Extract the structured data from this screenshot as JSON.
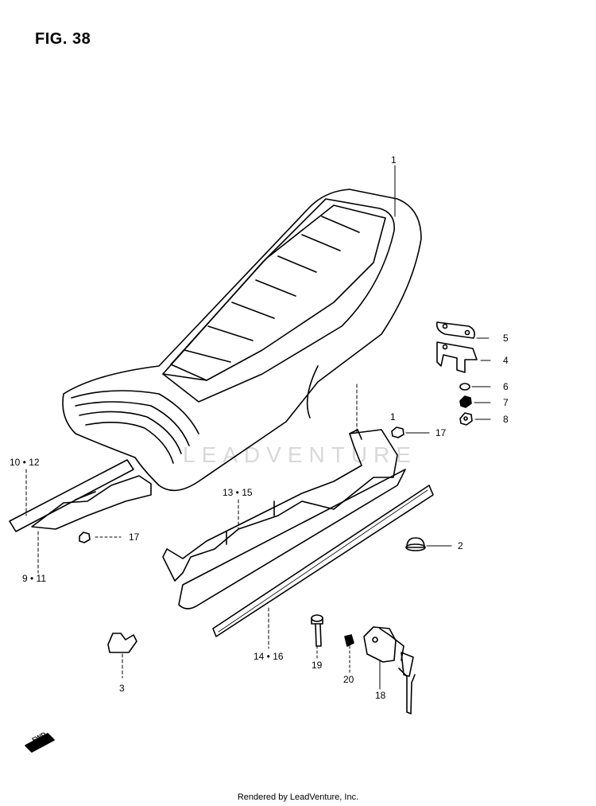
{
  "figure": {
    "title": "FIG. 38"
  },
  "watermark": "LEADVENTURE",
  "footer": "Rendered by LeadVenture, Inc.",
  "fwd_badge": "FWD",
  "callouts": [
    {
      "id": "1",
      "label": "1"
    },
    {
      "id": "1b",
      "label": "1"
    },
    {
      "id": "2",
      "label": "2"
    },
    {
      "id": "3",
      "label": "3"
    },
    {
      "id": "4",
      "label": "4"
    },
    {
      "id": "5",
      "label": "5"
    },
    {
      "id": "6",
      "label": "6"
    },
    {
      "id": "7",
      "label": "7"
    },
    {
      "id": "8",
      "label": "8"
    },
    {
      "id": "9-11",
      "label": "9 • 11"
    },
    {
      "id": "10-12",
      "label": "10 • 12"
    },
    {
      "id": "13-15",
      "label": "13 • 15"
    },
    {
      "id": "14-16",
      "label": "14 • 16"
    },
    {
      "id": "17a",
      "label": "17"
    },
    {
      "id": "17b",
      "label": "17"
    },
    {
      "id": "18",
      "label": "18"
    },
    {
      "id": "19",
      "label": "19"
    },
    {
      "id": "20",
      "label": "20"
    }
  ]
}
